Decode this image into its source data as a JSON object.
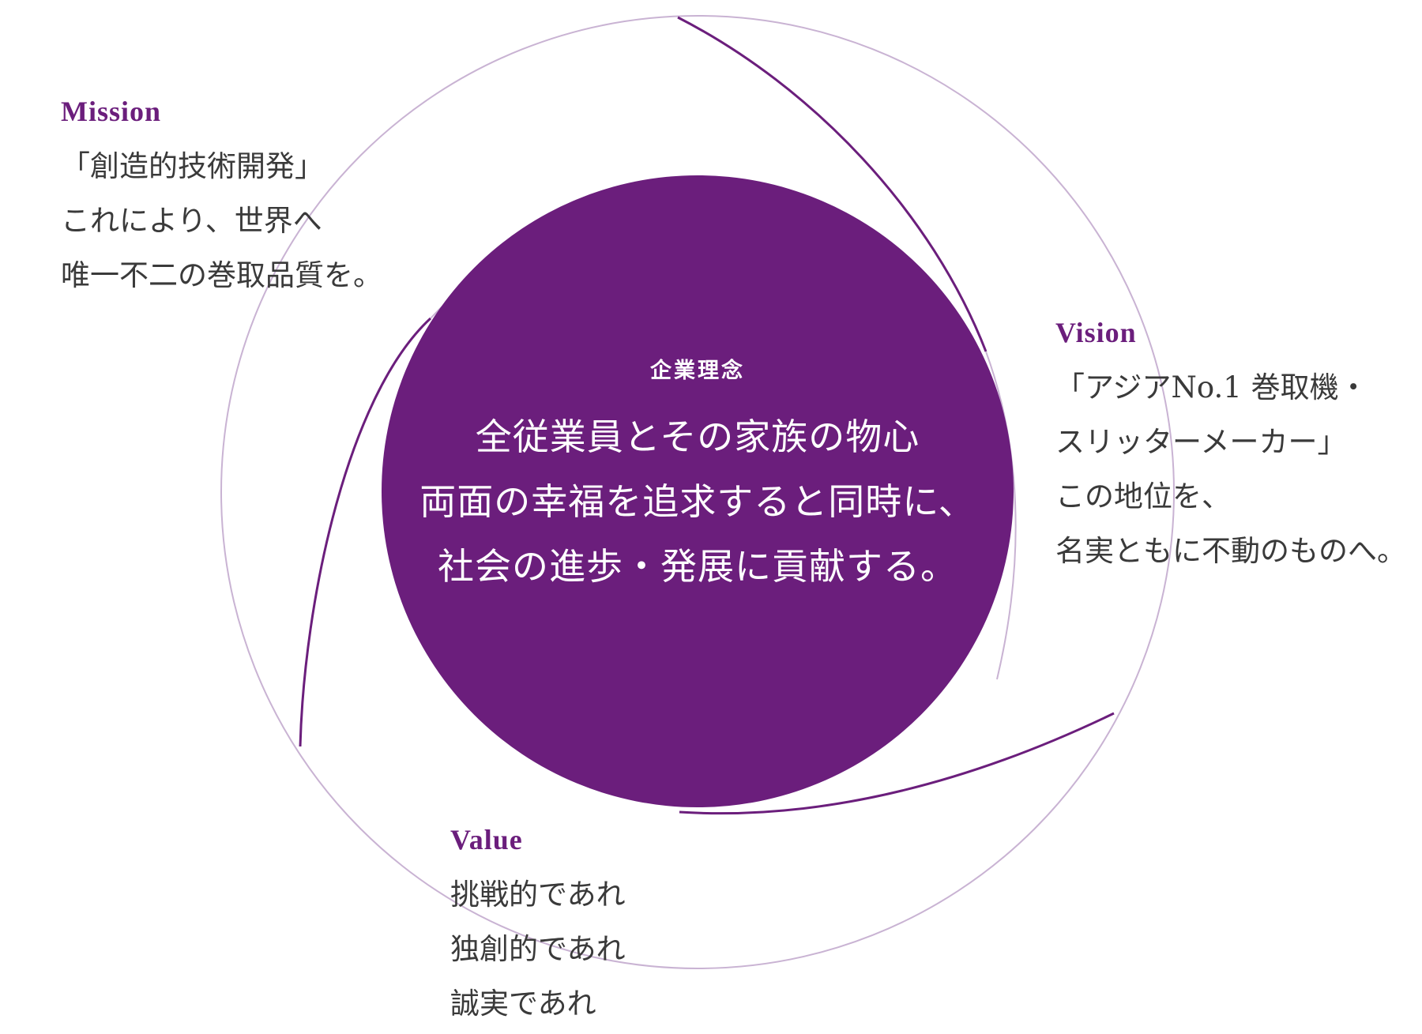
{
  "colors": {
    "accent": "#6b1e7c",
    "text": "#3a3a3a",
    "line": "#c9b3d3",
    "background": "#ffffff"
  },
  "core": {
    "label": "企業理念",
    "lines": [
      "全従業員とその家族の物心",
      "両面の幸福を追求すると同時に、",
      "社会の進歩・発展に貢献する。"
    ]
  },
  "mission": {
    "title": "Mission",
    "lines": [
      "「創造的技術開発」",
      "これにより、世界へ",
      "唯一不二の巻取品質を。"
    ]
  },
  "vision": {
    "title": "Vision",
    "lines": [
      "「アジアNo.1 巻取機・",
      "スリッターメーカー」",
      "この地位を、",
      "名実ともに不動のものへ。"
    ]
  },
  "value": {
    "title": "Value",
    "lines": [
      "挑戦的であれ",
      "独創的であれ",
      "誠実であれ"
    ]
  }
}
